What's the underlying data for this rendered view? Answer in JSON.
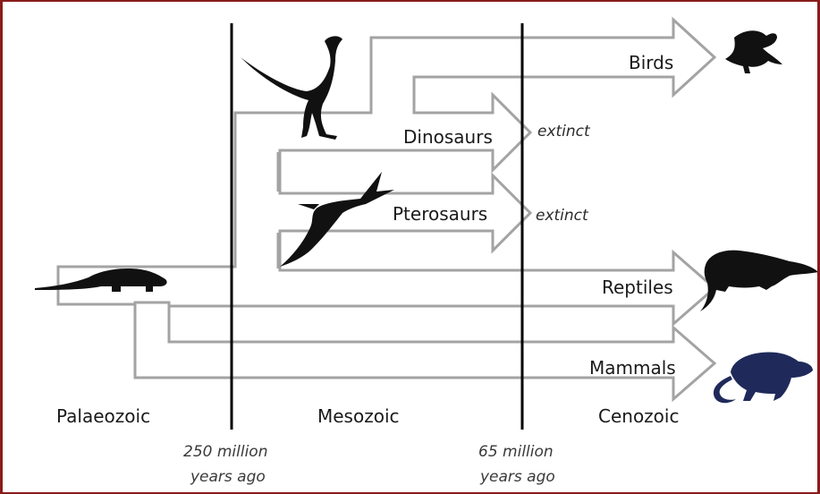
{
  "arrows": {
    "birds": "Birds",
    "dinosaurs": "Dinosaurs",
    "pterosaurs": "Pterosaurs",
    "reptiles": "Reptiles",
    "mammals": "Mammals"
  },
  "status": {
    "dinosaurs_extinct": "extinct",
    "pterosaurs_extinct": "extinct"
  },
  "eras": {
    "palaeozoic": "Palaeozoic",
    "mesozoic": "Mesozoic",
    "cenozoic": "Cenozoic"
  },
  "boundaries": [
    {
      "line1": "250 million",
      "line2": "years ago"
    },
    {
      "line1": "65 million",
      "line2": "years ago"
    }
  ],
  "colors": {
    "arrow_fill": "#ffffff",
    "arrow_stroke": "#a6a6a6",
    "silhouette": "#111111",
    "mammal": "#1f2a5a",
    "frame": "#8a1b1b"
  }
}
